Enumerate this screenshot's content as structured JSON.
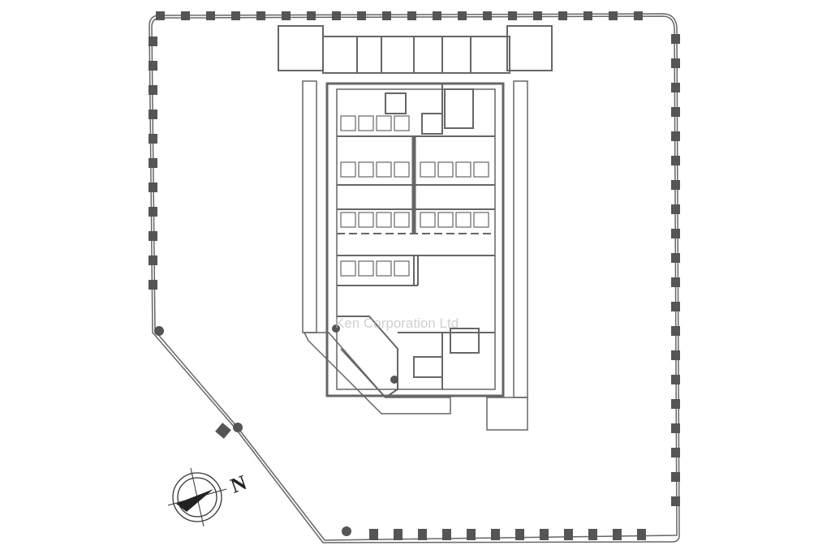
{
  "title": "Office floor plan",
  "watermark": "Ken Corporation Ltd",
  "compass": {
    "label": "N"
  },
  "colors": {
    "wall": "#555555",
    "line": "#666666",
    "column": "#555555",
    "background": "#ffffff"
  }
}
